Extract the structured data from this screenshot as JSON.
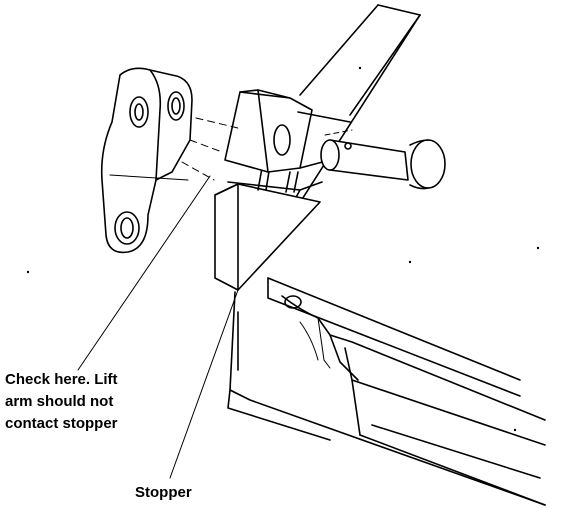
{
  "labels": {
    "check_line1": "Check here. Lift",
    "check_line2": "arm should not",
    "check_line3": "contact stopper",
    "stopper": "Stopper"
  }
}
